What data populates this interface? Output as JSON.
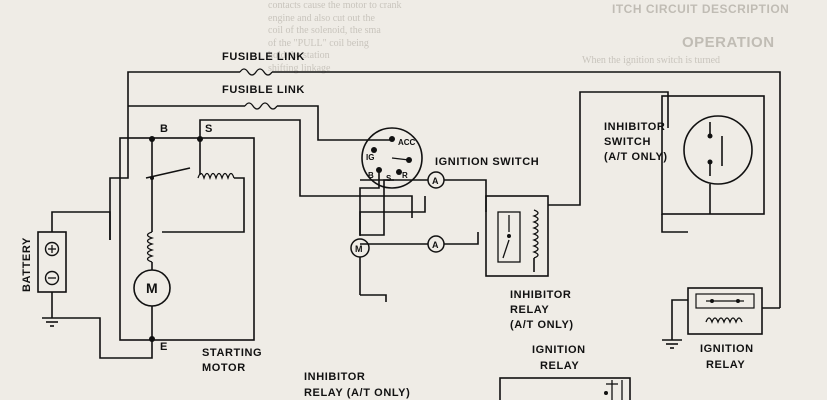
{
  "labels": {
    "fusible_link_1": "FUSIBLE LINK",
    "fusible_link_2": "FUSIBLE LINK",
    "battery": "BATTERY",
    "terminal_b": "B",
    "terminal_s": "S",
    "terminal_e": "E",
    "starting_motor": [
      "STARTING",
      "MOTOR"
    ],
    "motor_symbol": "M",
    "ignition_switch": "IGNITION SWITCH",
    "ign_acc": "ACC",
    "ign_ig": "IG",
    "ign_b": "B",
    "ign_s": "S",
    "ign_r": "R",
    "ammeter": "A",
    "inhibitor_switch": [
      "INHIBITOR",
      "SWITCH",
      "(A/T ONLY)"
    ],
    "inhibitor_relay": [
      "INHIBITOR",
      "RELAY",
      "(A/T ONLY)"
    ],
    "ignition_relay_mid": [
      "IGNITION",
      "RELAY"
    ],
    "ignition_relay_right": [
      "IGNITION",
      "RELAY"
    ],
    "inhibitor_relay_bottom": [
      "INHIBITOR",
      "RELAY (A/T ONLY)"
    ],
    "plus": "⊕",
    "minus": "⊖"
  },
  "background_text": {
    "top_left_heading": "ITCH CIRCUIT DESCRIPTION",
    "top_right_heading": "OPERATION"
  }
}
